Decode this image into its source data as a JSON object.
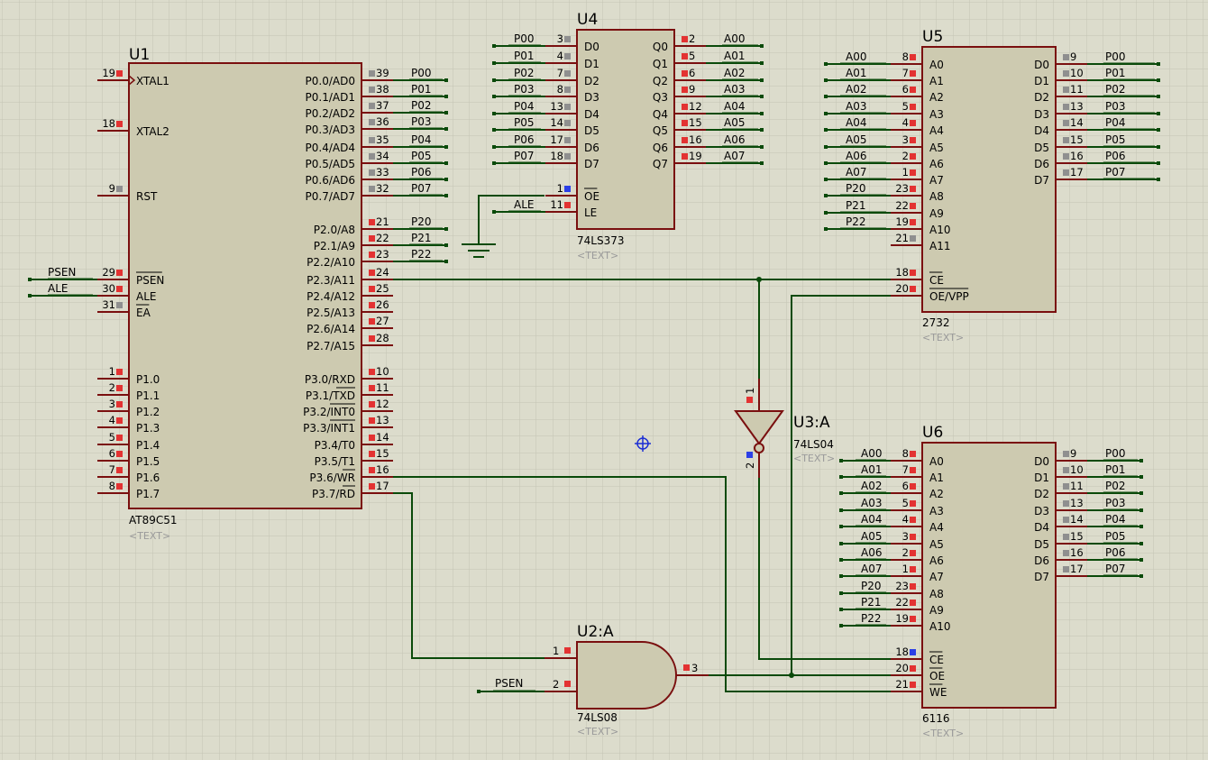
{
  "colors": {
    "background": "#dcdccc",
    "grid": "#c6c6b6",
    "body": "#cdcab0",
    "outline": "#7a0f0f",
    "wire": "#0a4a0a",
    "pin_red": "#e33232",
    "pin_gray": "#8f8f8f",
    "pin_blue": "#2b3fe6"
  },
  "components": [
    {
      "ref": "U1",
      "type": "AT89C51",
      "text": "<TEXT>",
      "left_pins": [
        {
          "num": "19",
          "name": "XTAL1",
          "clock": true
        },
        {
          "num": "18",
          "name": "XTAL2"
        },
        {
          "num": "9",
          "name": "RST"
        },
        {
          "num": "29",
          "name": "PSEN",
          "bar": "PSEN",
          "net": "PSEN"
        },
        {
          "num": "30",
          "name": "ALE",
          "net": "ALE"
        },
        {
          "num": "31",
          "name": "EA",
          "bar": "EA"
        },
        {
          "num": "1",
          "name": "P1.0"
        },
        {
          "num": "2",
          "name": "P1.1"
        },
        {
          "num": "3",
          "name": "P1.2"
        },
        {
          "num": "4",
          "name": "P1.3"
        },
        {
          "num": "5",
          "name": "P1.4"
        },
        {
          "num": "6",
          "name": "P1.5"
        },
        {
          "num": "7",
          "name": "P1.6"
        },
        {
          "num": "8",
          "name": "P1.7"
        }
      ],
      "right_pins": [
        {
          "num": "39",
          "name": "P0.0/AD0",
          "net": "P00"
        },
        {
          "num": "38",
          "name": "P0.1/AD1",
          "net": "P01"
        },
        {
          "num": "37",
          "name": "P0.2/AD2",
          "net": "P02"
        },
        {
          "num": "36",
          "name": "P0.3/AD3",
          "net": "P03"
        },
        {
          "num": "35",
          "name": "P0.4/AD4",
          "net": "P04"
        },
        {
          "num": "34",
          "name": "P0.5/AD5",
          "net": "P05"
        },
        {
          "num": "33",
          "name": "P0.6/AD6",
          "net": "P06"
        },
        {
          "num": "32",
          "name": "P0.7/AD7",
          "net": "P07"
        },
        {
          "num": "21",
          "name": "P2.0/A8",
          "net": "P20"
        },
        {
          "num": "22",
          "name": "P2.1/A9",
          "net": "P21"
        },
        {
          "num": "23",
          "name": "P2.2/A10",
          "net": "P22"
        },
        {
          "num": "24",
          "name": "P2.3/A11"
        },
        {
          "num": "25",
          "name": "P2.4/A12"
        },
        {
          "num": "26",
          "name": "P2.5/A13"
        },
        {
          "num": "27",
          "name": "P2.6/A14"
        },
        {
          "num": "28",
          "name": "P2.7/A15"
        },
        {
          "num": "10",
          "name": "P3.0/RXD"
        },
        {
          "num": "11",
          "name": "P3.1/TXD",
          "bar": "TXD"
        },
        {
          "num": "12",
          "name": "P3.2/INT0",
          "bar": "INT0"
        },
        {
          "num": "13",
          "name": "P3.3/INT1",
          "bar": "INT1"
        },
        {
          "num": "14",
          "name": "P3.4/T0"
        },
        {
          "num": "15",
          "name": "P3.5/T1"
        },
        {
          "num": "16",
          "name": "P3.6/WR",
          "bar": "WR"
        },
        {
          "num": "17",
          "name": "P3.7/RD",
          "bar": "RD"
        }
      ]
    },
    {
      "ref": "U4",
      "type": "74LS373",
      "text": "<TEXT>",
      "left_pins": [
        {
          "num": "3",
          "name": "D0",
          "net": "P00"
        },
        {
          "num": "4",
          "name": "D1",
          "net": "P01"
        },
        {
          "num": "7",
          "name": "D2",
          "net": "P02"
        },
        {
          "num": "8",
          "name": "D3",
          "net": "P03"
        },
        {
          "num": "13",
          "name": "D4",
          "net": "P04"
        },
        {
          "num": "14",
          "name": "D5",
          "net": "P05"
        },
        {
          "num": "17",
          "name": "D6",
          "net": "P06"
        },
        {
          "num": "18",
          "name": "D7",
          "net": "P07"
        },
        {
          "num": "1",
          "name": "OE",
          "bar": "OE"
        },
        {
          "num": "11",
          "name": "LE",
          "net": "ALE"
        }
      ],
      "right_pins": [
        {
          "num": "2",
          "name": "Q0",
          "net": "A00"
        },
        {
          "num": "5",
          "name": "Q1",
          "net": "A01"
        },
        {
          "num": "6",
          "name": "Q2",
          "net": "A02"
        },
        {
          "num": "9",
          "name": "Q3",
          "net": "A03"
        },
        {
          "num": "12",
          "name": "Q4",
          "net": "A04"
        },
        {
          "num": "15",
          "name": "Q5",
          "net": "A05"
        },
        {
          "num": "16",
          "name": "Q6",
          "net": "A06"
        },
        {
          "num": "19",
          "name": "Q7",
          "net": "A07"
        }
      ]
    },
    {
      "ref": "U5",
      "type": "2732",
      "text": "<TEXT>",
      "left_pins": [
        {
          "num": "8",
          "name": "A0",
          "net": "A00"
        },
        {
          "num": "7",
          "name": "A1",
          "net": "A01"
        },
        {
          "num": "6",
          "name": "A2",
          "net": "A02"
        },
        {
          "num": "5",
          "name": "A3",
          "net": "A03"
        },
        {
          "num": "4",
          "name": "A4",
          "net": "A04"
        },
        {
          "num": "3",
          "name": "A5",
          "net": "A05"
        },
        {
          "num": "2",
          "name": "A6",
          "net": "A06"
        },
        {
          "num": "1",
          "name": "A7",
          "net": "A07"
        },
        {
          "num": "23",
          "name": "A8",
          "net": "P20"
        },
        {
          "num": "22",
          "name": "A9",
          "net": "P21"
        },
        {
          "num": "19",
          "name": "A10",
          "net": "P22"
        },
        {
          "num": "21",
          "name": "A11"
        },
        {
          "num": "18",
          "name": "CE",
          "bar": "CE"
        },
        {
          "num": "20",
          "name": "OE/VPP",
          "bar": "OE/VPP"
        }
      ],
      "right_pins": [
        {
          "num": "9",
          "name": "D0",
          "net": "P00"
        },
        {
          "num": "10",
          "name": "D1",
          "net": "P01"
        },
        {
          "num": "11",
          "name": "D2",
          "net": "P02"
        },
        {
          "num": "13",
          "name": "D3",
          "net": "P03"
        },
        {
          "num": "14",
          "name": "D4",
          "net": "P04"
        },
        {
          "num": "15",
          "name": "D5",
          "net": "P05"
        },
        {
          "num": "16",
          "name": "D6",
          "net": "P06"
        },
        {
          "num": "17",
          "name": "D7",
          "net": "P07"
        }
      ]
    },
    {
      "ref": "U6",
      "type": "6116",
      "text": "<TEXT>",
      "left_pins": [
        {
          "num": "8",
          "name": "A0",
          "net": "A00"
        },
        {
          "num": "7",
          "name": "A1",
          "net": "A01"
        },
        {
          "num": "6",
          "name": "A2",
          "net": "A02"
        },
        {
          "num": "5",
          "name": "A3",
          "net": "A03"
        },
        {
          "num": "4",
          "name": "A4",
          "net": "A04"
        },
        {
          "num": "3",
          "name": "A5",
          "net": "A05"
        },
        {
          "num": "2",
          "name": "A6",
          "net": "A06"
        },
        {
          "num": "1",
          "name": "A7",
          "net": "A07"
        },
        {
          "num": "23",
          "name": "A8",
          "net": "P20"
        },
        {
          "num": "22",
          "name": "A9",
          "net": "P21"
        },
        {
          "num": "19",
          "name": "A10",
          "net": "P22"
        },
        {
          "num": "18",
          "name": "CE",
          "bar": "CE"
        },
        {
          "num": "20",
          "name": "OE",
          "bar": "OE"
        },
        {
          "num": "21",
          "name": "WE",
          "bar": "WE"
        }
      ],
      "right_pins": [
        {
          "num": "9",
          "name": "D0",
          "net": "P00"
        },
        {
          "num": "10",
          "name": "D1",
          "net": "P01"
        },
        {
          "num": "11",
          "name": "D2",
          "net": "P02"
        },
        {
          "num": "13",
          "name": "D3",
          "net": "P03"
        },
        {
          "num": "14",
          "name": "D4",
          "net": "P04"
        },
        {
          "num": "15",
          "name": "D5",
          "net": "P05"
        },
        {
          "num": "16",
          "name": "D6",
          "net": "P06"
        },
        {
          "num": "17",
          "name": "D7",
          "net": "P07"
        }
      ]
    },
    {
      "ref": "U3:A",
      "type": "74LS04",
      "text": "<TEXT>",
      "pins": [
        {
          "num": "1"
        },
        {
          "num": "2"
        }
      ]
    },
    {
      "ref": "U2:A",
      "type": "74LS08",
      "text": "<TEXT>",
      "pins": [
        {
          "num": "1"
        },
        {
          "num": "2",
          "net": "PSEN"
        },
        {
          "num": "3"
        }
      ]
    }
  ]
}
